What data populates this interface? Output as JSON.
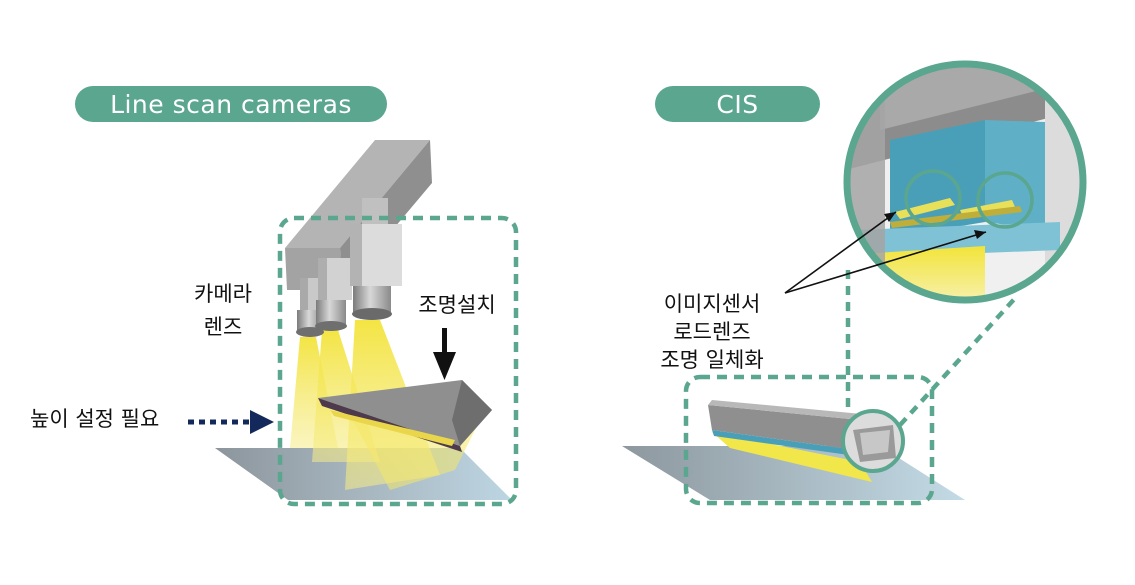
{
  "left_panel": {
    "title": "Line scan cameras",
    "labels": {
      "camera": "카메라",
      "lens": "렌즈",
      "lighting": "조명설치",
      "height": "높이 설정 필요"
    }
  },
  "right_panel": {
    "title": "CIS",
    "labels": {
      "line1": "이미지센서",
      "line2": "로드렌즈",
      "line3": "조명 일체화"
    }
  },
  "colors": {
    "accent_green": "#5aa68f",
    "beam_yellow": "#f2e24a",
    "housing_gray": "#9b9b9b",
    "navy_arrow": "#13295b",
    "sensor_blue": "#4a9fb8"
  }
}
